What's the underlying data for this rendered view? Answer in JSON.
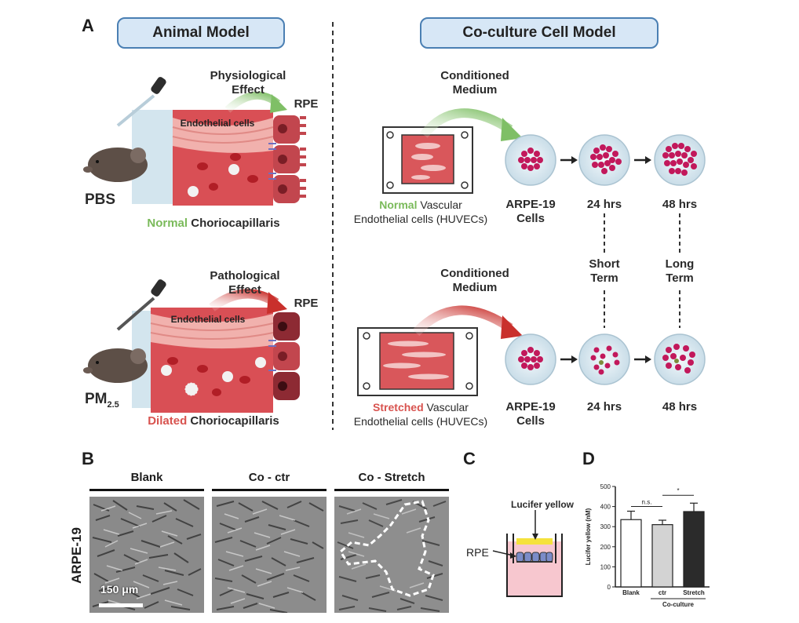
{
  "panel_letters": {
    "a": "A",
    "b": "B",
    "c": "C",
    "d": "D"
  },
  "panel_a": {
    "left_header": "Animal Model",
    "right_header": "Co-culture Cell Model",
    "top_row": {
      "effect_label": "Physiological Effect",
      "endothelial_label": "Endothelial cells",
      "rpe_label": "RPE",
      "treatment": "PBS",
      "caption_prefix": "Normal",
      "caption_suffix": " Choriocapillaris",
      "conditioned_medium": "Conditioned Medium",
      "vascular_prefix": "Normal",
      "vascular_line1_suffix": " Vascular",
      "vascular_line2": "Endothelial cells (HUVECs)",
      "cells_line1": "ARPE-19",
      "cells_line2": "Cells",
      "t1": "24 hrs",
      "t2": "48 hrs"
    },
    "middle": {
      "short_term": "Short Term",
      "long_term": "Long Term"
    },
    "bottom_row": {
      "effect_label": "Pathological Effect",
      "endothelial_label": "Endothelial cells",
      "rpe_label": "RPE",
      "treatment_main": "PM",
      "treatment_sub": "2.5",
      "caption_prefix": "Dilated",
      "caption_suffix": " Choriocapillaris",
      "conditioned_medium": "Conditioned Medium",
      "vascular_prefix": "Stretched",
      "vascular_line1_suffix": " Vascular",
      "vascular_line2": "Endothelial cells (HUVECs)",
      "cells_line1": "ARPE-19",
      "cells_line2": "Cells",
      "t1": "24 hrs",
      "t2": "48 hrs"
    }
  },
  "panel_b": {
    "columns": [
      "Blank",
      "Co - ctr",
      "Co - Stretch"
    ],
    "row_label": "ARPE-19",
    "scale_bar": "150 μm"
  },
  "panel_c": {
    "lucifer_label": "Lucifer yellow",
    "rpe_label": "RPE"
  },
  "chart_data": {
    "type": "bar",
    "categories": [
      "Blank",
      "ctr",
      "Stretch"
    ],
    "values": [
      335,
      310,
      375
    ],
    "errors": [
      42,
      22,
      42
    ],
    "bar_colors": [
      "#ffffff",
      "#d3d3d3",
      "#2b2b2b"
    ],
    "ylabel": "Lucifer yellow (nM)",
    "xlabel": "",
    "group_label": "Co-culture",
    "ylim": [
      0,
      500
    ],
    "yticks": [
      0,
      100,
      200,
      300,
      400,
      500
    ],
    "annotations": [
      {
        "between": [
          "Blank",
          "ctr"
        ],
        "text": "n.s."
      },
      {
        "between": [
          "ctr",
          "Stretch"
        ],
        "text": "*"
      }
    ]
  }
}
